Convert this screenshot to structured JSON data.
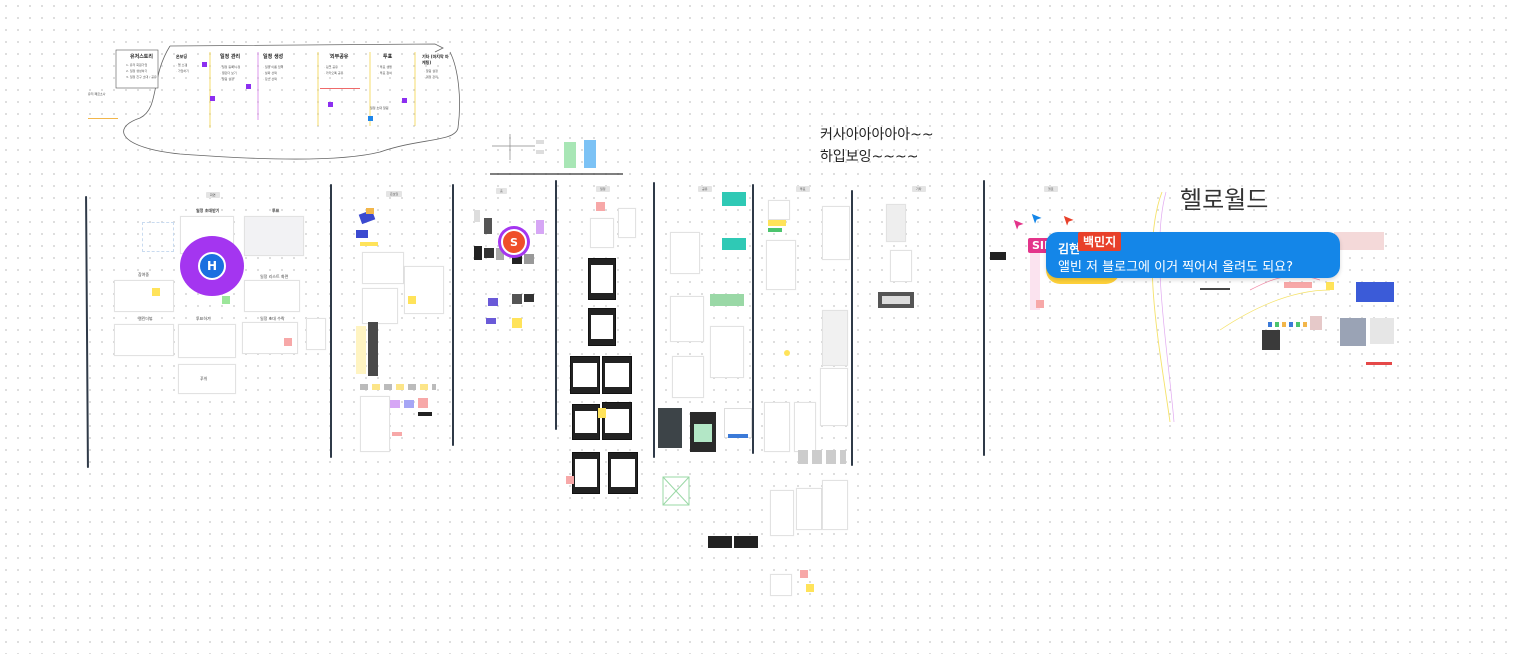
{
  "board": {
    "note_text_1": "커사아아아아아~~",
    "note_text_2": "하입보잉~~~~",
    "title_text": "헬로월드"
  },
  "cursors": [
    {
      "initial": "H",
      "color": "#a435f0",
      "inner": "#1b6fe0"
    },
    {
      "initial": "S",
      "color": "#a435f0",
      "inner": "#ef4f2a"
    }
  ],
  "chat": {
    "sender": "김현",
    "name_tag": "백민지",
    "message": "앨빈 저 블로그에 이거 찍어서 올려도 되요?",
    "sim_label": "SIM"
  },
  "flow": {
    "columns": [
      {
        "head": "유저스토리",
        "items": "1. 유저 회원가입\n2. 일정 생성하기\n3. 일정 친구 초대 / 공유"
      },
      {
        "head": "온보딩",
        "items": "· 앱 소개\n· 가입하기"
      },
      {
        "head": "일정 관리",
        "items": "· 일정 등록/수정\n· 캘린더 보기\n· 알림 설정"
      },
      {
        "head": "일정 생성",
        "items": "· 일정 이름 입력\n· 날짜 선택\n· 장소 선택"
      },
      {
        "head": "외부공유",
        "items": "· 링크 공유\n· 카카오톡 공유"
      },
      {
        "head": "투표",
        "items": "· 투표 생성\n· 투표 참여"
      },
      {
        "head": "기타 (마지막 마케팅)",
        "items": "· 알림 설정\n· 계정 관리"
      }
    ],
    "left_note": "유저 페르소나",
    "bottom_note": "일정 초대 알림"
  },
  "sections": [
    {
      "label": "화면"
    },
    {
      "label": "온보딩"
    },
    {
      "label": "홈"
    },
    {
      "label": "일정"
    },
    {
      "label": "공유"
    },
    {
      "label": "투표"
    },
    {
      "label": "기타"
    },
    {
      "label": "헬로"
    }
  ],
  "panels": {
    "p1": "일정 초대받기",
    "p2": "투표",
    "p3": "참여중",
    "p4": "일정 리스트 화면",
    "p5": "캘린더뷰",
    "p6": "투표하기",
    "p7": "일정 초대 수락",
    "p8": "푸쉬"
  },
  "colors": {
    "purple": "#a435f0",
    "blue_chat": "#1486e8",
    "name_tag": "#e8402a",
    "section_line": "#2f3a48"
  }
}
